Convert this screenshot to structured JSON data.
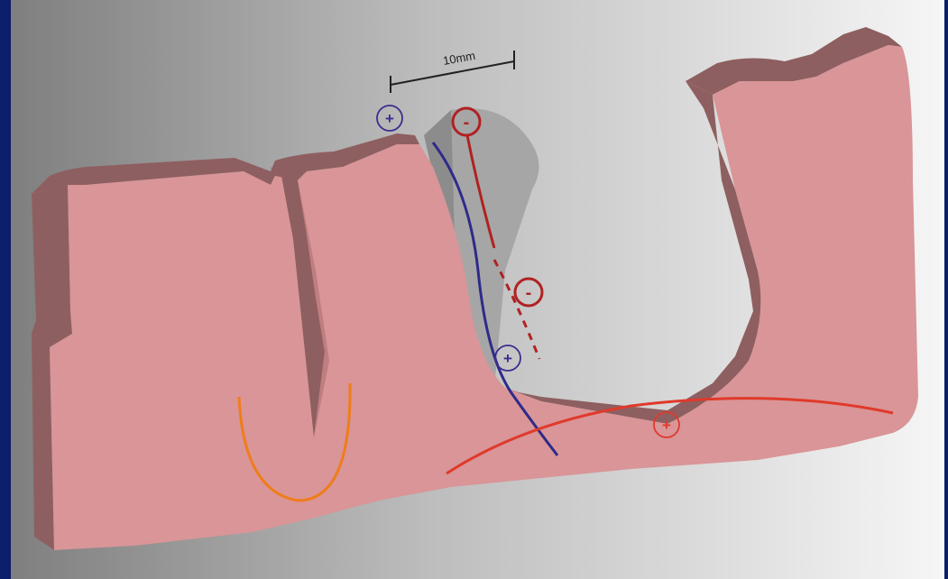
{
  "scale_bar": {
    "label": "10mm"
  },
  "markers": [
    {
      "id": "plus-top-left",
      "symbol": "+",
      "color": "#3b2d8f"
    },
    {
      "id": "minus-top",
      "symbol": "-",
      "color": "#b02222"
    },
    {
      "id": "minus-mid",
      "symbol": "-",
      "color": "#b02222"
    },
    {
      "id": "plus-mid",
      "symbol": "+",
      "color": "#3b2d8f"
    },
    {
      "id": "plus-bottom-right",
      "symbol": "+",
      "color": "#e0392b"
    }
  ],
  "colors": {
    "border": "#0b1f6b",
    "background_dark": "#8a8a8a",
    "background_light": "#f5f5f5",
    "bone_face": "#d99597",
    "bone_side": "#8e5f60",
    "shadow_block": "#a4a4a4",
    "blue_curve": "#2e2a8a",
    "dark_red_curve": "#b02222",
    "red_curve": "#e0392b",
    "orange_curve": "#ef7d1a"
  }
}
